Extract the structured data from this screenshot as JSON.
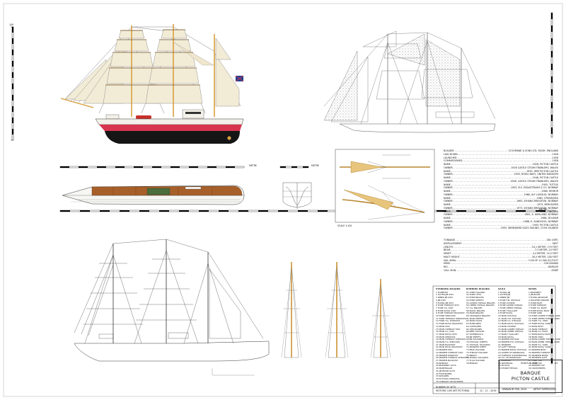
{
  "sheet": {
    "title_line1": "BARQUE",
    "title_line2": "PICTON CASTLE",
    "scale": "SCALE: 1 : 200",
    "sheet_size": "A1",
    "date": "12 – 11 – 2019",
    "drawn_by": "DRAWN BY PHIL 2019",
    "artist": "ARTIST IMPRESSION",
    "footer_left_1": "NUMBER OF SETS",
    "footer_left_2": "HISTORIC LIVE ART PICTORIAL",
    "detail_caption": "SCALE 1:100",
    "scale_unit": "METRE",
    "left_ruler_label": "100"
  },
  "colors": {
    "hull_black": "#151516",
    "boot_red": "#d8354f",
    "topside_white": "#f4f1ea",
    "deck_wood": "#a8602a",
    "sail": "#f2ecd7",
    "mast": "#d8a040",
    "lifeboat": "#c8312b",
    "cabin_green": "#4c6d3c"
  },
  "history": [
    {
      "k": "BUILDER",
      "v": "COCHRANE & SONS LTD, SELBY, ENGLAND"
    },
    {
      "k": "LAID DOWN",
      "v": "1928"
    },
    {
      "k": "LAUNCHED",
      "v": "1928"
    },
    {
      "k": "COMMISSIONED",
      "v": "1928"
    },
    {
      "k": "NAME",
      "v": "1928, PICTON CASTLE"
    },
    {
      "k": "OWNER",
      "v": "1928 CASTLE STEAM TRAWLERS, WALES"
    },
    {
      "k": "NAME",
      "v": "1939, HMS PICTON CASTLE"
    },
    {
      "k": "OWNER",
      "v": "1939, ROYAL NAVY, UNITED KINGDOM"
    },
    {
      "k": "NAME",
      "v": "1946, PICTON CASTLE"
    },
    {
      "k": "OWNER",
      "v": "1946, CASTLE STEAM TRAWLERS, WALES"
    },
    {
      "k": "NAME",
      "v": "1955, TUTTUS"
    },
    {
      "k": "OWNER",
      "v": "1955, B.S. ENGASTRAUM & CO. NORWAY"
    },
    {
      "k": "NAME",
      "v": "1960, HEIMUR"
    },
    {
      "k": "OWNER",
      "v": "1960, ALF LØGSLID. NORWAY"
    },
    {
      "k": "NAME",
      "v": "1963, STEINFJORD"
    },
    {
      "k": "OWNER",
      "v": "1963, JOHANS BRIGGEVIK, NORWAY"
    },
    {
      "k": "NAME",
      "v": "1973, BERGFJORD"
    },
    {
      "k": "OWNER",
      "v": "1973, JOHANS BRIGGEVIK, NORWAY"
    },
    {
      "k": "NAME",
      "v": "1981, TINSTEIN"
    },
    {
      "k": "OWNER",
      "v": "1981, K. IKERLAND, NORWAY"
    },
    {
      "k": "NAME",
      "v": "1986, DOLMAR"
    },
    {
      "k": "OWNER",
      "v": "1986, K. SANDVOSS, NORWAY"
    },
    {
      "k": "NAME",
      "v": "1993, PICTON CASTLE"
    },
    {
      "k": "OWNER",
      "v": "1993, WINDWARD ISLES SAILING, COOK ISLANDS"
    }
  ],
  "particulars": [
    {
      "k": "TONNAGE",
      "v": "284 (GRT)"
    },
    {
      "k": "DISPLACEMENT",
      "v": "565T"
    },
    {
      "k": "LENGTH",
      "v": "54,1 METER, 179 FEET"
    },
    {
      "k": "BEAM",
      "v": "7,3 METER, 24 FEET"
    },
    {
      "k": "DRAFT",
      "v": "4,4 METER, 14,5 FEET"
    },
    {
      "k": "MAST HEIGHT",
      "v": "30,5 METER, 100 FEET"
    },
    {
      "k": "SAIL AREA",
      "v": "1150 M² 12.500 SQ.FOOT"
    },
    {
      "k": "MMSI",
      "v": "518 000000"
    },
    {
      "k": "RIG",
      "v": "BARQUE"
    },
    {
      "k": "CALL SIGN",
      "v": "E5WP"
    }
  ],
  "legend": [
    {
      "header": "STANDING RIGGING",
      "items": [
        "1 FORESTAY",
        "2 OUTER JIB STAY",
        "3 INNER JIB STAY",
        "4 JIB STAY",
        "5 FLYING JIB STAY",
        "6 FORE TOPMAST STAY",
        "7 FORE T.G. STAY",
        "8 FORE ROYAL STAY",
        "9 FORE TOPMAST BACKSTAY",
        "10 FORE SHROUDS",
        "11 FORE TOPMAST SHROUDS",
        "12 FORE T.G. SHROUDS",
        "13 FORE ROYAL BACKSTAY",
        "14 MAIN STAY",
        "15 MAIN TOPMAST STAY",
        "16 MAIN T.G. STAY",
        "17 MAIN ROYAL STAY",
        "18 MAIN SHROUDS",
        "19 MAIN TOPMAST SHROUDS",
        "20 MAIN T.G. SHROUDS",
        "21 MAIN BACKSTAY",
        "22 MAIN ROYAL BACKSTAY",
        "23 MIZZEN STAY",
        "24 MIZZEN TOPMAST STAY",
        "25 MIZZEN SHROUDS",
        "26 MIZZEN TOPMAST SHROUDS",
        "27 MIZZEN BACKSTAY",
        "28 BOBSTAY",
        "29 BOWSPRIT GUYS",
        "30 MARTINGALE",
        "31 JIB BOOM GUYS",
        "32 FOOTROPES",
        "33 RATLINES",
        "34 FUTTOCK SHROUDS",
        "35 TOPMAST CROSSTREES",
        "36 T.G. CROSSTREES",
        "37 ROYAL CROSSTREES",
        "38 MIZZEN GAFF VANGS",
        "39 BOOM TOPPING LIFT",
        "40 LAZY JACKS",
        "41 CHAIN PLATES",
        "42 DEADEYES",
        "43 LANYARDS",
        "44 BELAYING PINS",
        "45 FIFE RAILS",
        "46 PIN RAILS",
        "47 BITTS",
        "48 KNIGHTHEADS",
        "49 CATHEADS",
        "50 HAWSE PIPES"
      ]
    },
    {
      "header": "RUNNING RIGGING",
      "items": [
        "51 FORE HALYARD",
        "52 FORE LIFTS",
        "53 FORE BRACES",
        "54 FORE SHEETS",
        "55 LOWER TOPSAIL BRACES",
        "56 UPPER TOPSAIL BRACES",
        "57 T.G. BRACES",
        "58 ROYAL BRACES",
        "59 MAIN BRACES",
        "60 CROSSJACK BRACES",
        "61 MAIN SHEETS",
        "62 MAIN TACKS",
        "63 BUNTLINES",
        "64 CLEWLINES",
        "65 LEECHLINES",
        "66 REEF TACKLES",
        "67 DOWNHAULS",
        "68 JIB SHEETS",
        "69 JIB HALYARDS",
        "70 STAYSAIL SHEETS",
        "71 STAYSAIL HALYARDS",
        "72 SPANKER SHEET",
        "73 PEAK HALYARD",
        "74 THROAT HALYARD",
        "75 BRAILS",
        "76 SIGNAL HALYARDS",
        "77 FLAG HALYARD",
        "78 ENSIGN"
      ]
    },
    {
      "header": "SAILS",
      "items": [
        "1 FLYING JIB",
        "2 OUTER JIB",
        "3 INNER JIB",
        "4 FORE T.M. STAYSAIL",
        "5 FORE COURSE",
        "6 FORE LOWER TOPSAIL",
        "7 FORE UPPER TOPSAIL",
        "8 FORE T'GALLANT",
        "9 FORE ROYAL",
        "10 MAIN STAYSAIL",
        "11 MAIN T.M. STAYSAIL",
        "12 MAIN T.G. STAYSAIL",
        "13 MAIN ROYAL STAYSAIL",
        "14 MAIN COURSE",
        "15 MAIN LOWER TOPSAIL",
        "16 MAIN UPPER TOPSAIL",
        "17 MAIN T'GALLANT",
        "18 MAIN ROYAL",
        "19 MIZZEN STAYSAIL",
        "20 MIZZEN T.M. STAYSAIL",
        "21 SPANKER",
        "22 GAFF TOPSAIL",
        "23 MIZZEN ROYAL STAYSAIL",
        "24 LOWER STUDDINGSAIL",
        "25 TOPMAST STUDDINGSAIL",
        "26 T.G. STUDDINGSAIL",
        "27 RINGTAIL",
        "28 WATERSAIL",
        "29 SKYSAIL",
        "30 STORM TRYSAIL"
      ]
    },
    {
      "header": "SPARS",
      "items": [
        "1 BOWSPRIT",
        "2 JIB BOOM",
        "3 FLYING JIB BOOM",
        "4 DOLPHIN STRIKER",
        "5 FORE MAST",
        "6 FORE TOPMAST",
        "7 FORE T.G. MAST",
        "8 FORE ROYAL MAST",
        "9 FORE YARD",
        "10 FORE LOWER TOPSAIL YARD",
        "11 FORE UPPER TOPSAIL YARD",
        "12 FORE T.G. YARD",
        "13 FORE ROYAL YARD",
        "14 MAIN MAST",
        "15 MAIN TOPMAST",
        "16 MAIN T.G. MAST",
        "17 MAIN ROYAL MAST",
        "18 MAIN YARD",
        "19 MAIN LOWER TOPSAIL YARD",
        "20 MAIN UPPER TOPSAIL YARD",
        "21 MAIN T.G. YARD",
        "22 MAIN ROYAL YARD",
        "23 MIZZEN MAST",
        "24 MIZZEN TOPMAST",
        "25 SPANKER BOOM",
        "26 SPANKER GAFF",
        "27 FORE TOP",
        "28 MAIN TOP",
        "29 MIZZEN TOP",
        "30 CROSSTREES"
      ]
    }
  ]
}
